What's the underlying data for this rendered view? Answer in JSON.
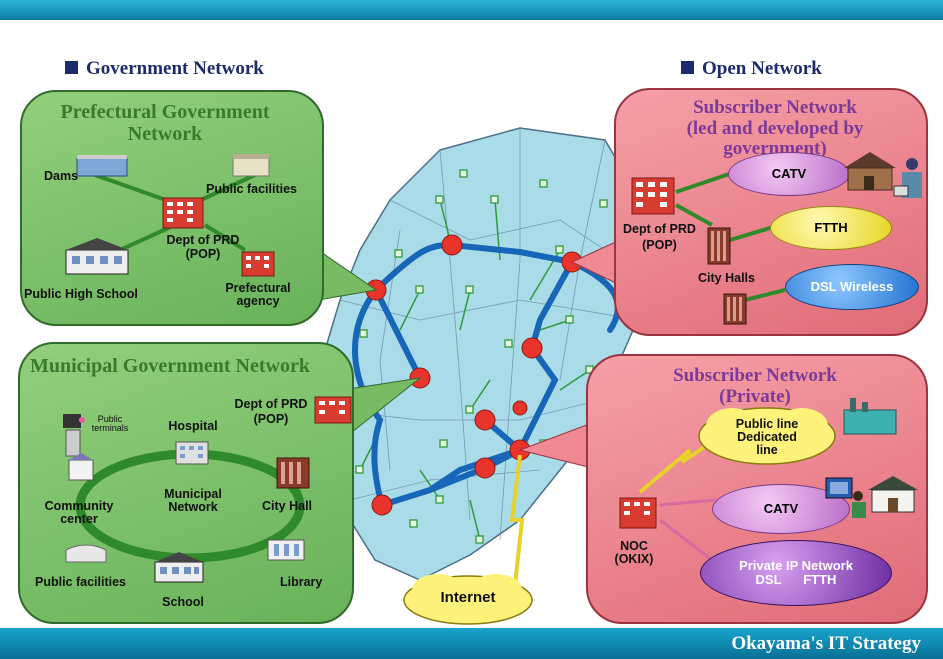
{
  "sections": {
    "government": "Government Network",
    "open": "Open Network"
  },
  "footer": "Okayama's IT Strategy",
  "prefectural": {
    "title": "Prefectural Government Network",
    "labels": {
      "dams": "Dams",
      "public_facilities": "Public facilities",
      "dept_prd": "Dept of PRD",
      "pop": "(POP)",
      "high_school": "Public High School",
      "agency_line1": "Prefectural",
      "agency_line2": "agency"
    }
  },
  "municipal": {
    "title": "Municipal Government Network",
    "labels": {
      "dept_prd": "Dept of PRD",
      "pop": "(POP)",
      "public_terminals_1": "Public",
      "public_terminals_2": "terminals",
      "hospital": "Hospital",
      "municipal_1": "Municipal",
      "municipal_2": "Network",
      "community_1": "Community",
      "community_2": "center",
      "city_hall": "City Hall",
      "public_facilities": "Public facilities",
      "school": "School",
      "library": "Library"
    }
  },
  "subscriber_gov": {
    "title_line1": "Subscriber Network",
    "title_line2": "(led and developed by",
    "title_line3": "government)",
    "labels": {
      "dept_prd": "Dept of PRD",
      "pop": "(POP)",
      "city_halls": "City Halls",
      "catv": "CATV",
      "ftth": "FTTH",
      "dsl_wireless": "DSL Wireless"
    }
  },
  "subscriber_private": {
    "title_line1": "Subscriber Network",
    "title_line2": "(Private)",
    "labels": {
      "public_line_1": "Public line",
      "public_line_2": "Dedicated",
      "public_line_3": "line",
      "catv": "CATV",
      "noc_1": "NOC",
      "noc_2": "(OKIX)",
      "private_ip": "Private IP Network",
      "dsl": "DSL",
      "ftth": "FTTH"
    }
  },
  "internet": "Internet",
  "colors": {
    "banner": "#0d7ca4",
    "green_panel": "#7cc066",
    "pink_panel": "#ef8a95",
    "map": "#a9dbe8",
    "backbone": "#1866b8",
    "node": "#e8342a"
  }
}
